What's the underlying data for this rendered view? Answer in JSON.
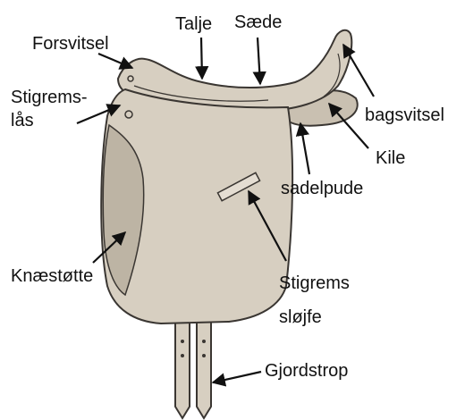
{
  "colors": {
    "saddle_fill": "#d7cfc1",
    "saddle_shade": "#bdb4a4",
    "outline": "#3a3632",
    "arrow": "#111111",
    "text": "#111111"
  },
  "labels": {
    "forsvitsel": "Forsvitsel",
    "talje": "Talje",
    "saede": "Sæde",
    "bagsvitsel": "bagsvitsel",
    "stigremslaas_line1": "Stigrems-",
    "stigremslaas_line2": "lås",
    "kile": "Kile",
    "sadelpude": "sadelpude",
    "knaestoette": "Knæstøtte",
    "stigremssloejfe_line1": "Stigrems",
    "stigremssloejfe_line2": "sløjfe",
    "gjordstrop": "Gjordstrop"
  }
}
